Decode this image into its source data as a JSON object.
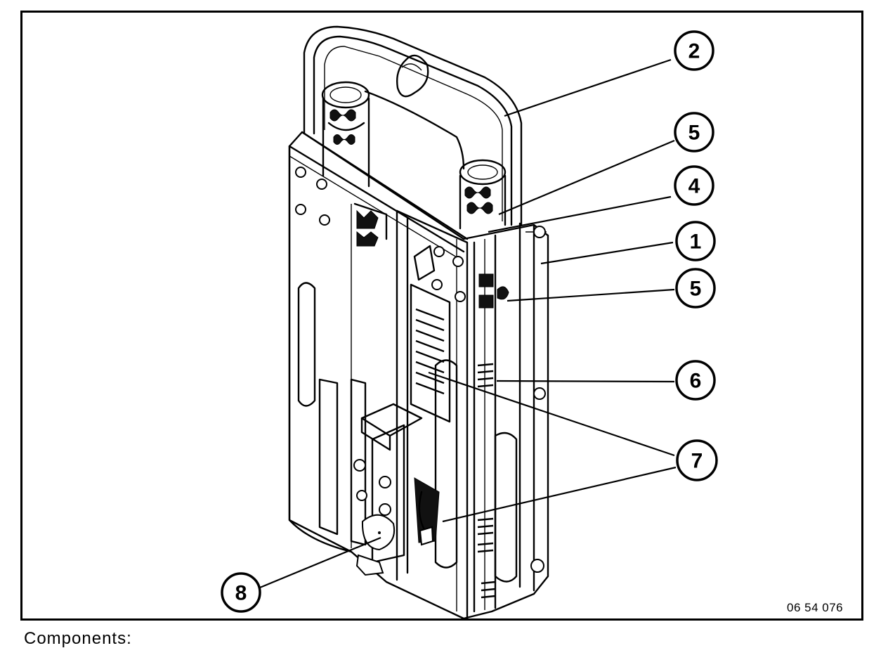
{
  "figure": {
    "code": "06 54 076",
    "caption": "Components:"
  },
  "callouts": [
    {
      "id": "callout-2",
      "label": "2"
    },
    {
      "id": "callout-5-top",
      "label": "5"
    },
    {
      "id": "callout-4",
      "label": "4"
    },
    {
      "id": "callout-1",
      "label": "1"
    },
    {
      "id": "callout-5-bottom",
      "label": "5"
    },
    {
      "id": "callout-6",
      "label": "6"
    },
    {
      "id": "callout-7",
      "label": "7"
    },
    {
      "id": "callout-8",
      "label": "8"
    }
  ]
}
